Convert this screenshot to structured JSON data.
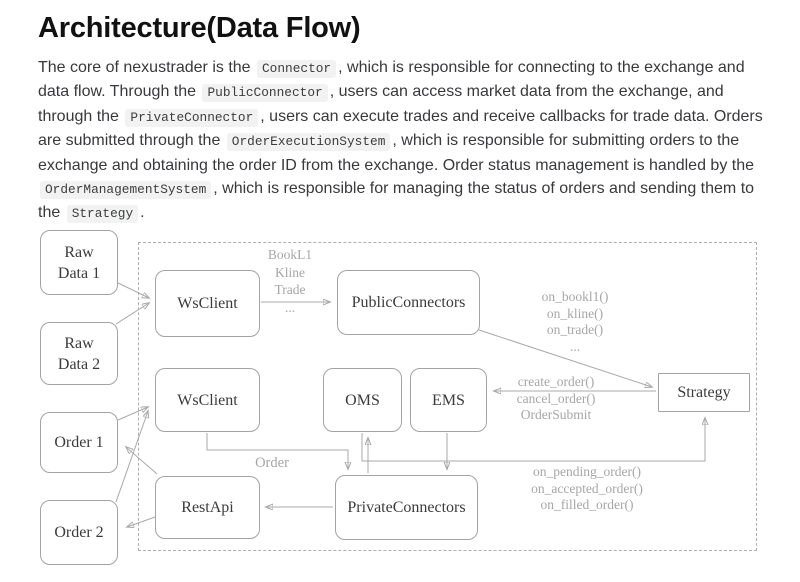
{
  "page": {
    "title": "Architecture(Data Flow)"
  },
  "paragraph": {
    "segments": [
      {
        "type": "text",
        "text": "The core of nexustrader is the "
      },
      {
        "type": "code",
        "text": "Connector"
      },
      {
        "type": "text",
        "text": ", which is responsible for connecting to the exchange and data flow. Through the "
      },
      {
        "type": "code",
        "text": "PublicConnector"
      },
      {
        "type": "text",
        "text": ", users can access market data from the exchange, and through the "
      },
      {
        "type": "code",
        "text": "PrivateConnector"
      },
      {
        "type": "text",
        "text": ", users can execute trades and receive callbacks for trade data. Orders are submitted through the "
      },
      {
        "type": "code",
        "text": "OrderExecutionSystem"
      },
      {
        "type": "text",
        "text": ", which is responsible for submitting orders to the exchange and obtaining the order ID from the exchange. Order status management is handled by the "
      },
      {
        "type": "code",
        "text": "OrderManagementSystem"
      },
      {
        "type": "text",
        "text": ", which is responsible for managing the status of orders and sending them to the "
      },
      {
        "type": "code",
        "text": "Strategy"
      },
      {
        "type": "text",
        "text": "."
      }
    ]
  },
  "diagram": {
    "nodes": {
      "raw_data_1": "Raw Data 1",
      "raw_data_2": "Raw Data 2",
      "order_1": "Order 1",
      "order_2": "Order 2",
      "wsclient_public": "WsClient",
      "public_connectors": "PublicConnectors",
      "wsclient_private": "WsClient",
      "oms": "OMS",
      "ems": "EMS",
      "rest_api": "RestApi",
      "private_connectors": "PrivateConnectors",
      "strategy": "Strategy"
    },
    "edge_labels": {
      "market_stream": [
        "BookL1",
        "Kline",
        "Trade",
        "..."
      ],
      "market_callbacks": [
        "on_bookl1()",
        "on_kline()",
        "on_trade()",
        "..."
      ],
      "order_commands": [
        "create_order()",
        "cancel_order()",
        "OrderSubmit"
      ],
      "order": "Order",
      "order_callbacks": [
        "on_pending_order()",
        "on_accepted_order()",
        "on_filled_order()"
      ]
    },
    "colors": {
      "box_border": "#a3a3a3",
      "edge_line": "#a8a8a8",
      "arrowhead": "#8f8f8f",
      "box_text": "#3b3b3b",
      "label_text": "#a6a6a6",
      "code_background": "#f2f2f2"
    }
  }
}
